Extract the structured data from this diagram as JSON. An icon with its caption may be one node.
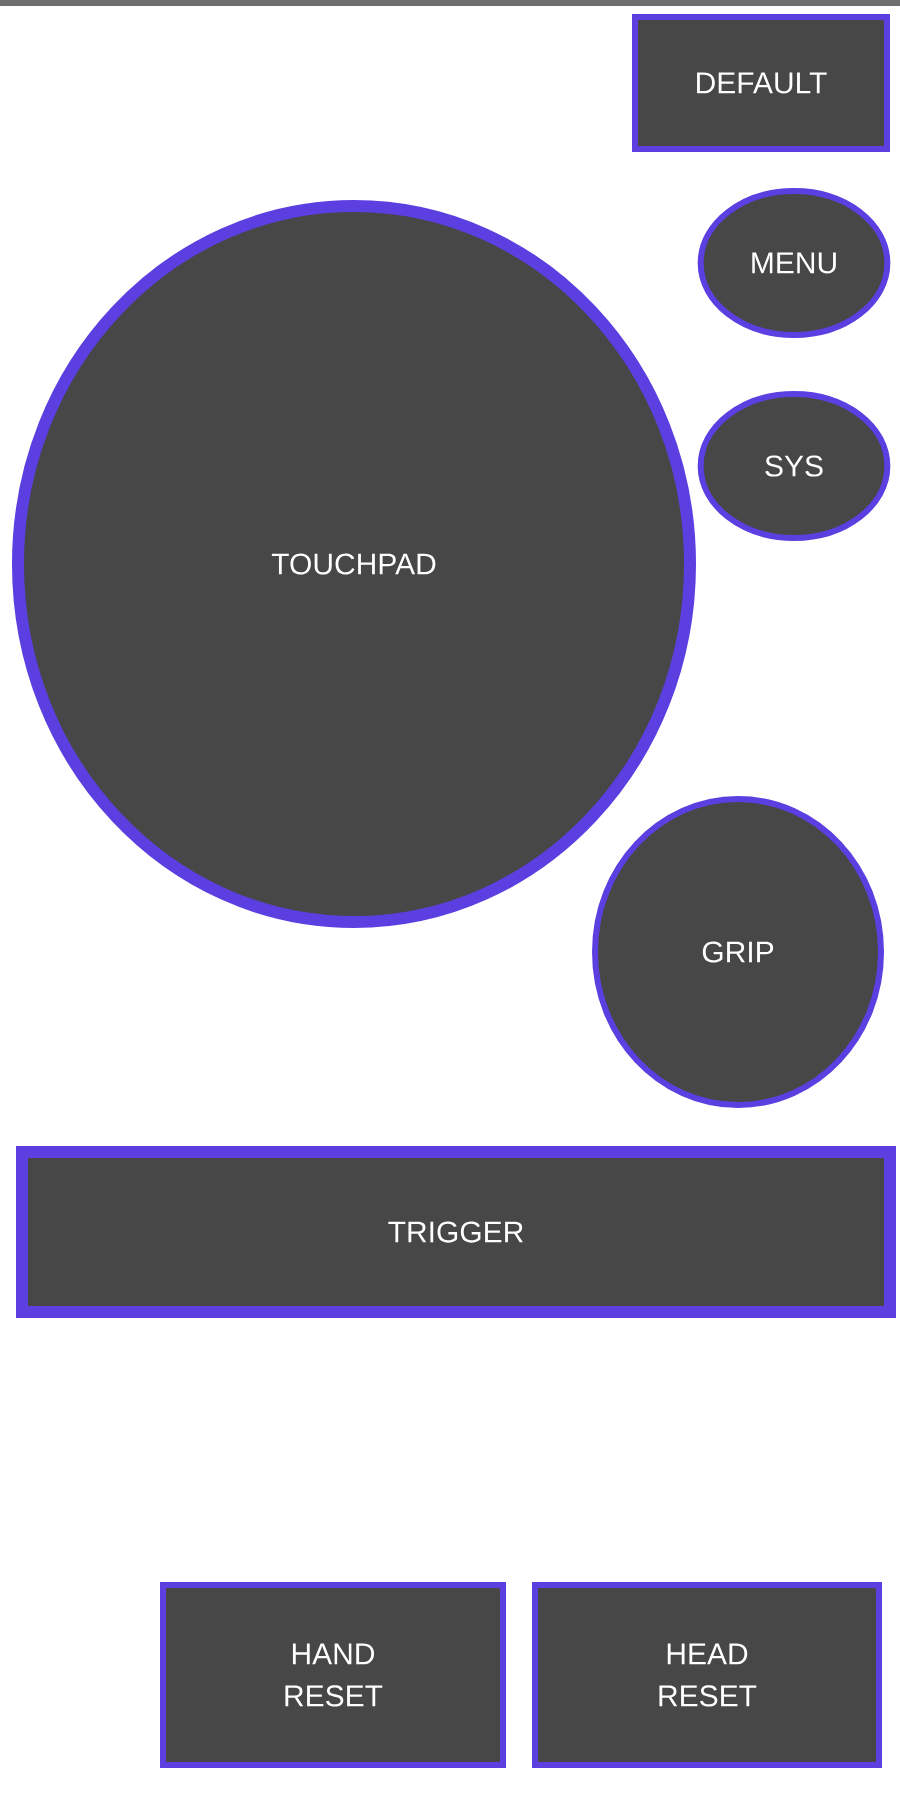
{
  "diagram": {
    "nodes": [
      {
        "text": [
          "DEFAULT"
        ]
      },
      {
        "text": [
          "MENU"
        ]
      },
      {
        "text": [
          "SYS"
        ]
      },
      {
        "text": [
          "TOUCHPAD"
        ]
      },
      {
        "text": [
          "GRIP"
        ]
      },
      {
        "text": [
          "TRIGGER"
        ]
      },
      {
        "text": [
          "HAND RESET"
        ]
      },
      {
        "text": [
          "HEAD RESET"
        ]
      }
    ]
  }
}
